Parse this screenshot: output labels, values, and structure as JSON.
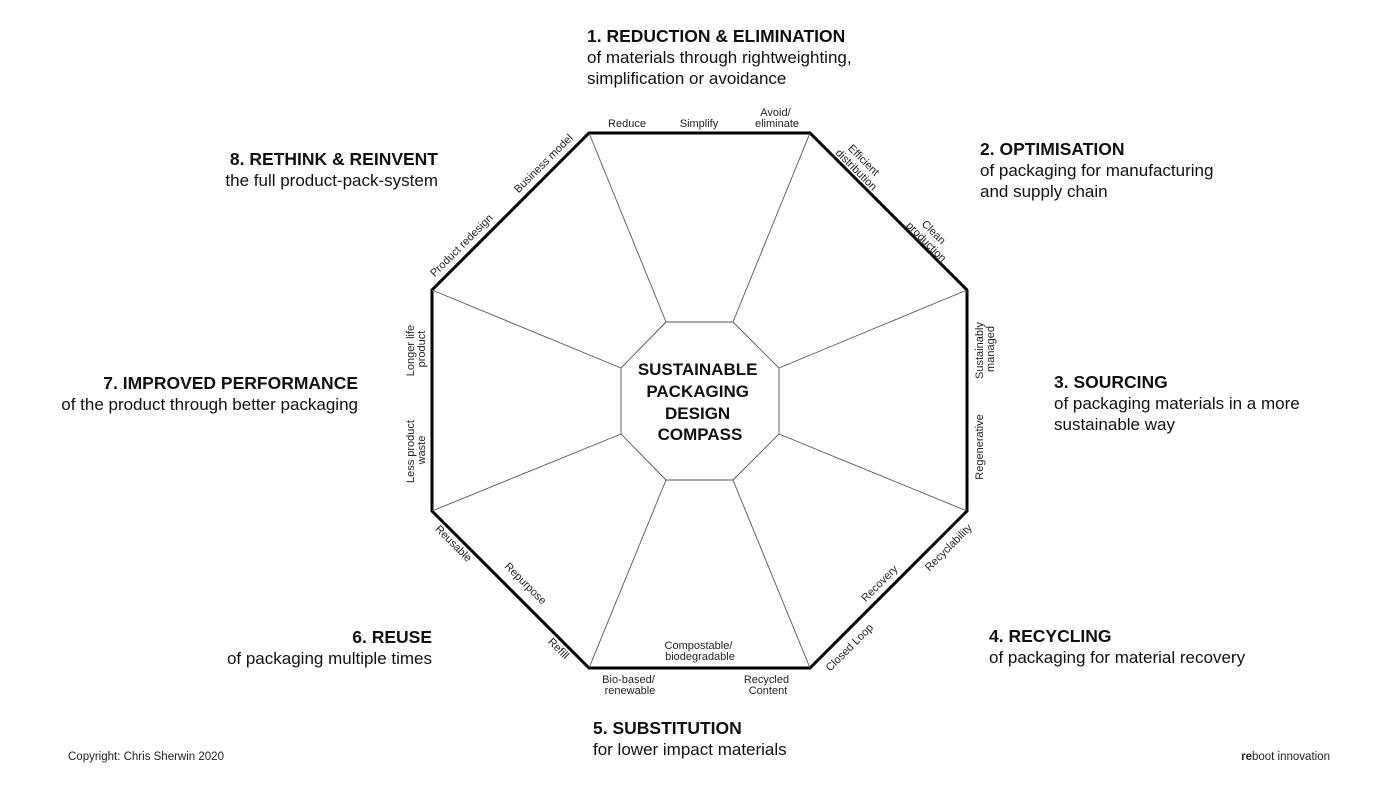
{
  "sections": [
    {
      "title": "1. REDUCTION & ELIMINATION",
      "desc": "of materials through rightweighting,\nsimplification or avoidance"
    },
    {
      "title": "2. OPTIMISATION",
      "desc": "of packaging for manufacturing\nand supply chain"
    },
    {
      "title": "3. SOURCING",
      "desc": "of packaging materials in a more\nsustainable way"
    },
    {
      "title": "4. RECYCLING",
      "desc": "of packaging for material recovery"
    },
    {
      "title": "5. SUBSTITUTION",
      "desc": "for lower impact materials"
    },
    {
      "title": "6. REUSE",
      "desc": "of packaging multiple times"
    },
    {
      "title": "7. IMPROVED PERFORMANCE",
      "desc": "of the product through better packaging"
    },
    {
      "title": "8.  RETHINK & REINVENT",
      "desc": "the full product-pack-system"
    }
  ],
  "center": {
    "lines": [
      "SUSTAINABLE",
      "PACKAGING",
      "DESIGN",
      "COMPASS"
    ]
  },
  "labels": {
    "reduce": "Reduce",
    "simplify": "Simplify",
    "avoid": [
      "Avoid/",
      "eliminate"
    ],
    "efficient": [
      "Efficient",
      "distribution"
    ],
    "clean": [
      "Clean",
      "production"
    ],
    "sustainably": [
      "Sustainably",
      "managed"
    ],
    "regenerative": "Regenerative",
    "recyclability": "Recyclability",
    "recovery": "Recovery",
    "closed_loop": "Closed Loop",
    "recycled": [
      "Recycled",
      "Content"
    ],
    "compostable": [
      "Compostable/",
      "biodegradable"
    ],
    "biobased": [
      "Bio-based/",
      "renewable"
    ],
    "refill": "Refill",
    "repurpose": "Repurpose",
    "reusable": "Reusable",
    "less_waste": [
      "Less product",
      "waste"
    ],
    "longer_life": [
      "Longer life",
      "product"
    ],
    "product_redesign": "Product redesign",
    "business_model": "Business model"
  },
  "footer": {
    "copyright": "Copyright: Chris Sherwin 2020",
    "brand_bold": "re",
    "brand_rest": "boot innovation"
  }
}
